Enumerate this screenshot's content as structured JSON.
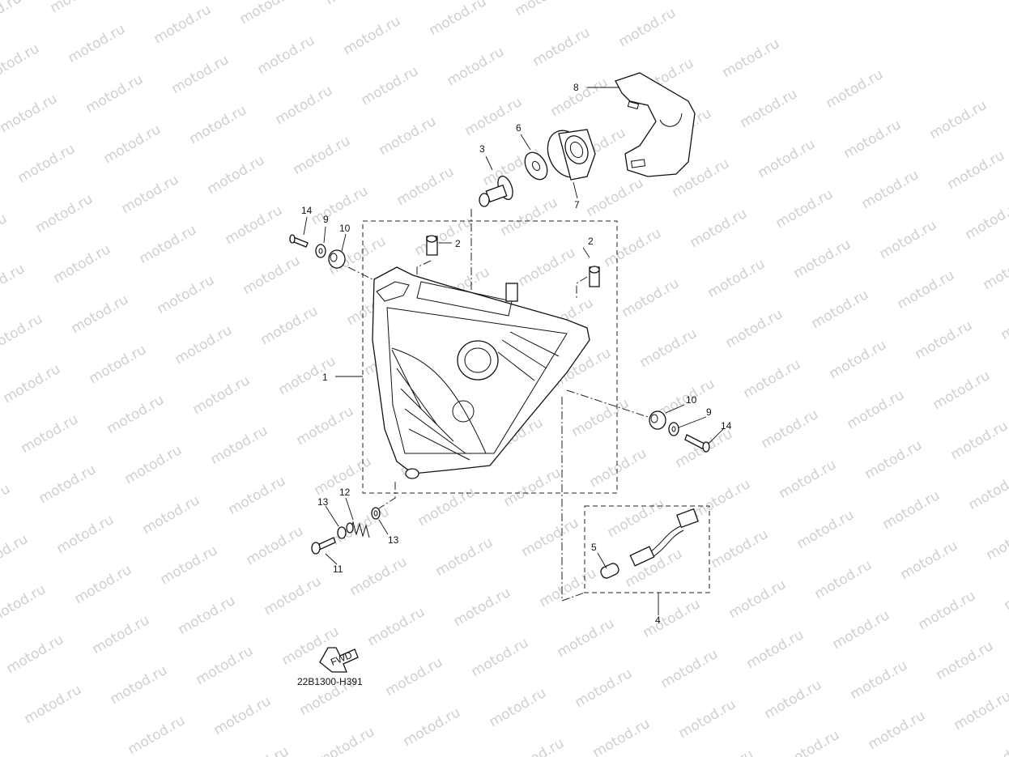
{
  "watermark": {
    "text": "motod.ru"
  },
  "diagram_code": "22B1300-H391",
  "fwd_arrow": {
    "text": "FWD"
  },
  "callouts": [
    {
      "id": "c1",
      "label": "1"
    },
    {
      "id": "c2a",
      "label": "2"
    },
    {
      "id": "c2b",
      "label": "2"
    },
    {
      "id": "c3",
      "label": "3"
    },
    {
      "id": "c4",
      "label": "4"
    },
    {
      "id": "c5",
      "label": "5"
    },
    {
      "id": "c6",
      "label": "6"
    },
    {
      "id": "c7",
      "label": "7"
    },
    {
      "id": "c8",
      "label": "8"
    },
    {
      "id": "c9a",
      "label": "9"
    },
    {
      "id": "c9b",
      "label": "9"
    },
    {
      "id": "c10a",
      "label": "10"
    },
    {
      "id": "c10b",
      "label": "10"
    },
    {
      "id": "c11",
      "label": "11"
    },
    {
      "id": "c12",
      "label": "12"
    },
    {
      "id": "c13a",
      "label": "13"
    },
    {
      "id": "c13b",
      "label": "13"
    },
    {
      "id": "c14a",
      "label": "14"
    },
    {
      "id": "c14b",
      "label": "14"
    }
  ]
}
